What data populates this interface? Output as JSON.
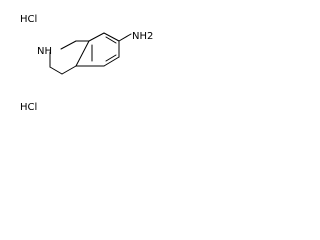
{
  "structure": {
    "amine_group": "NH2",
    "ring_nitrogen": "NH",
    "salt_top": "HCl",
    "salt_bottom": "HCl"
  },
  "colors": {
    "bond": "#000000",
    "text": "#000000",
    "background": "#ffffff"
  }
}
